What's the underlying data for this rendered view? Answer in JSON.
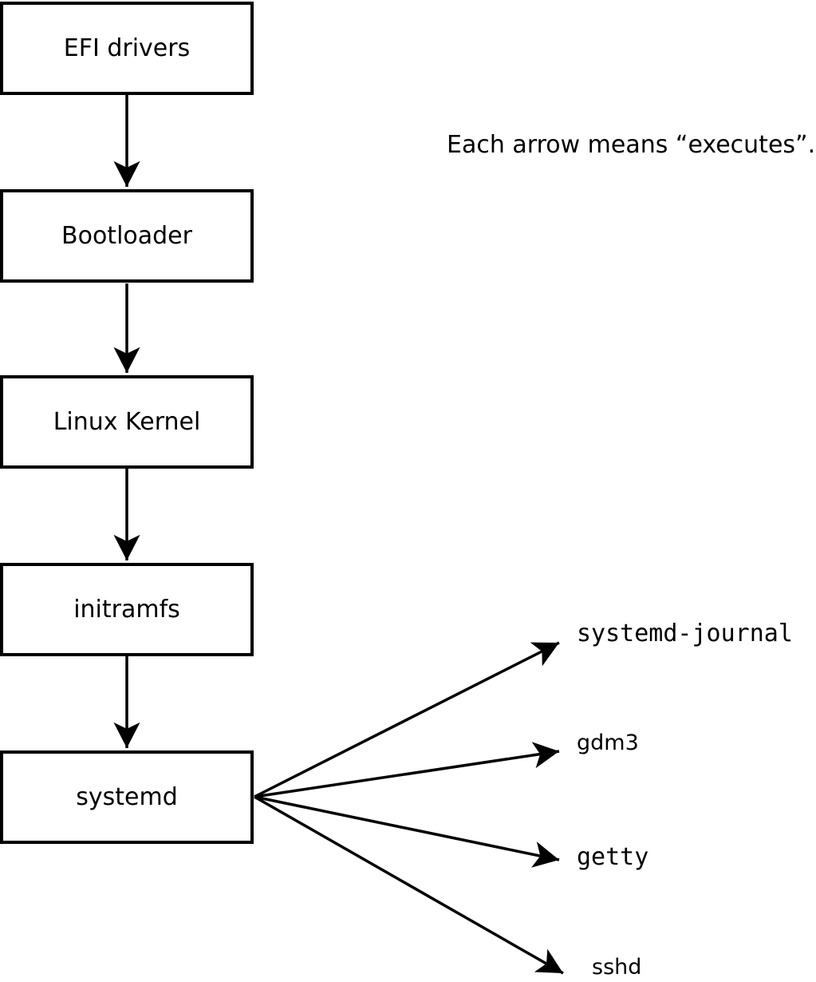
{
  "note": {
    "text": "Each arrow means “executes”."
  },
  "boxes": [
    {
      "label": "EFI drivers"
    },
    {
      "label": "Bootloader"
    },
    {
      "label": "Linux Kernel"
    },
    {
      "label": "initramfs"
    },
    {
      "label": "systemd"
    }
  ],
  "targets": [
    {
      "label": "systemd-journal"
    },
    {
      "label": "gdm3"
    },
    {
      "label": "getty"
    },
    {
      "label": "sshd"
    }
  ],
  "colors": {
    "foreground": "#000000",
    "background": "#ffffff"
  }
}
